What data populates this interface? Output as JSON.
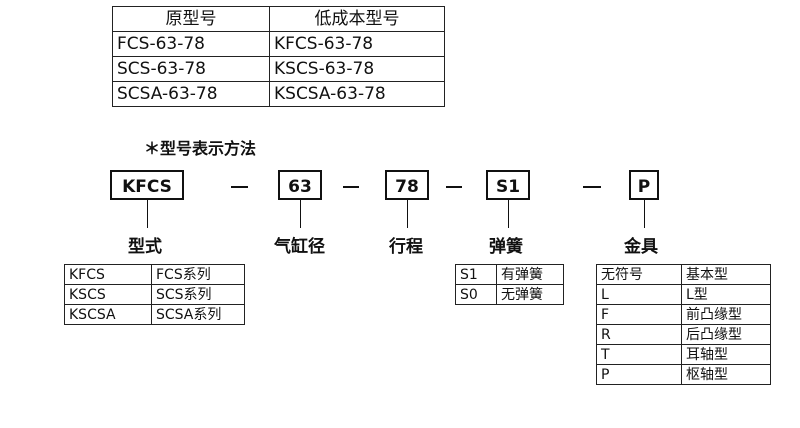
{
  "top_table": {
    "headers": [
      "原型号",
      "低成本型号"
    ],
    "rows": [
      [
        "FCS-63-78",
        "KFCS-63-78"
      ],
      [
        "SCS-63-78",
        "KSCS-63-78"
      ],
      [
        "SCSA-63-78",
        "KSCSA-63-78"
      ]
    ]
  },
  "model_title": "＊型号表示方法",
  "codes": [
    "KFCS",
    "63",
    "78",
    "S1",
    "P"
  ],
  "labels": [
    "型式",
    "气缸径",
    "行程",
    "弹簧",
    "金具"
  ],
  "type_table": [
    [
      "KFCS",
      "FCS系列"
    ],
    [
      "KSCS",
      "SCS系列"
    ],
    [
      "KSCSA",
      "SCSA系列"
    ]
  ],
  "spring_table": [
    [
      "S1",
      "有弹簧"
    ],
    [
      "S0",
      "无弹簧"
    ]
  ],
  "fitting_table": [
    [
      "无符号",
      "基本型"
    ],
    [
      "L",
      "L型"
    ],
    [
      "F",
      "前凸缘型"
    ],
    [
      "R",
      "后凸缘型"
    ],
    [
      "T",
      "耳轴型"
    ],
    [
      "P",
      "枢轴型"
    ]
  ]
}
